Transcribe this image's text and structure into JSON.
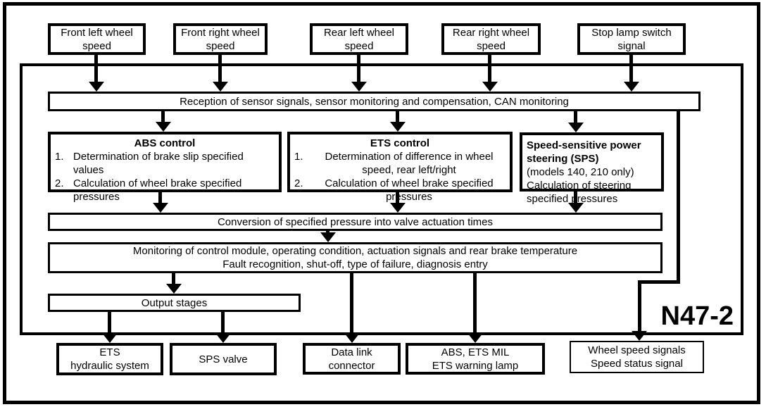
{
  "module_label": "N47-2",
  "inputs": [
    {
      "line1": "Front left wheel",
      "line2": "speed"
    },
    {
      "line1": "Front right wheel",
      "line2": "speed"
    },
    {
      "line1": "Rear left wheel",
      "line2": "speed"
    },
    {
      "line1": "Rear right wheel",
      "line2": "speed"
    },
    {
      "line1": "Stop lamp switch",
      "line2": "signal"
    }
  ],
  "reception": {
    "label": "Reception of sensor signals, sensor monitoring and compensation, CAN monitoring"
  },
  "abs_control": {
    "title": "ABS control",
    "item1_num": "1.",
    "item1_line1": "Determination of brake slip specified",
    "item1_line2": "values",
    "item2_num": "2.",
    "item2_line1": "Calculation of wheel brake specified",
    "item2_line2": "pressures"
  },
  "ets_control": {
    "title": "ETS control",
    "item1_num": "1.",
    "item1_line1": "Determination of difference in wheel",
    "item1_line2": "speed, rear left/right",
    "item2_num": "2.",
    "item2_line1": "Calculation of wheel brake specified",
    "item2_line2": "pressures"
  },
  "sps_steering": {
    "bold_line1": "Speed-sensitive power",
    "bold_line2": "steering (SPS)",
    "line3": "(models 140, 210 only)",
    "line4": "Calculation of steering",
    "line5": "specified pressures"
  },
  "conversion": {
    "label": "Conversion of specified pressure into valve actuation times"
  },
  "monitoring": {
    "line1": "Monitoring of control module, operating condition, actuation signals and rear brake temperature",
    "line2": "Fault recognition, shut-off, type of failure, diagnosis entry"
  },
  "output_stages": {
    "label": "Output stages"
  },
  "outputs": [
    {
      "line1": "ETS",
      "line2": "hydraulic system"
    },
    {
      "line1": "SPS valve",
      "line2": ""
    },
    {
      "line1": "Data link",
      "line2": "connector"
    },
    {
      "line1": "ABS, ETS MIL",
      "line2": "ETS warning lamp"
    },
    {
      "line1": "Wheel speed signals",
      "line2": "Speed status signal"
    }
  ],
  "colors": {
    "line": "#000000",
    "background": "#ffffff"
  }
}
